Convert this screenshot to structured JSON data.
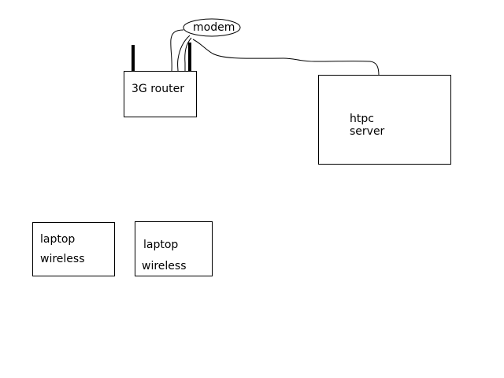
{
  "nodes": {
    "modem": {
      "label": "modem"
    },
    "router": {
      "label": "3G router"
    },
    "htpc": {
      "line1": "htpc",
      "line2": "server"
    },
    "laptop1": {
      "line1": "laptop",
      "line2": "wireless"
    },
    "laptop2": {
      "line1": "laptop",
      "line2": "wireless"
    }
  },
  "colors": {
    "stroke": "#000000",
    "background": "#ffffff"
  }
}
